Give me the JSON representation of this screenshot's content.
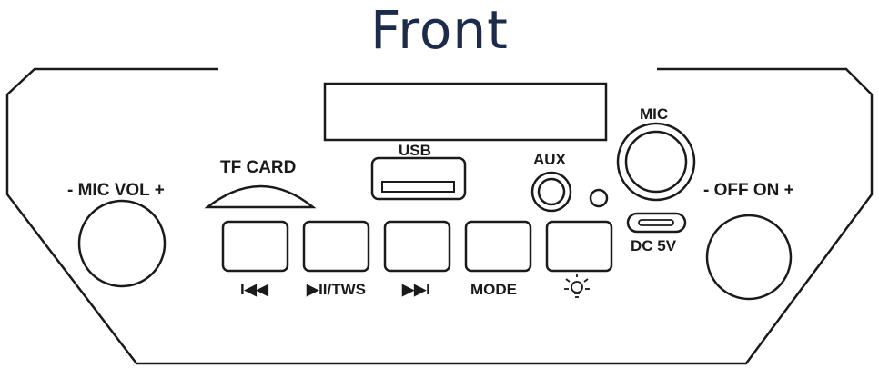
{
  "title": "Front",
  "labels": {
    "mic_vol": "- MIC  VOL +",
    "tf_card": "TF CARD",
    "usb": "USB",
    "aux": "AUX",
    "mic": "MIC",
    "dc": "DC 5V",
    "power": "- OFF ON +"
  },
  "buttons": [
    {
      "label": "I◀◀",
      "icon": "prev-track-icon"
    },
    {
      "label": "▶II/TWS",
      "icon": "play-pause-icon"
    },
    {
      "label": "▶▶I",
      "icon": "next-track-icon"
    },
    {
      "label": "MODE",
      "icon": ""
    },
    {
      "label": "",
      "icon": "light-bulb-icon"
    }
  ],
  "colors": {
    "title": "#1c2b4a",
    "line": "#1a1a1a"
  }
}
